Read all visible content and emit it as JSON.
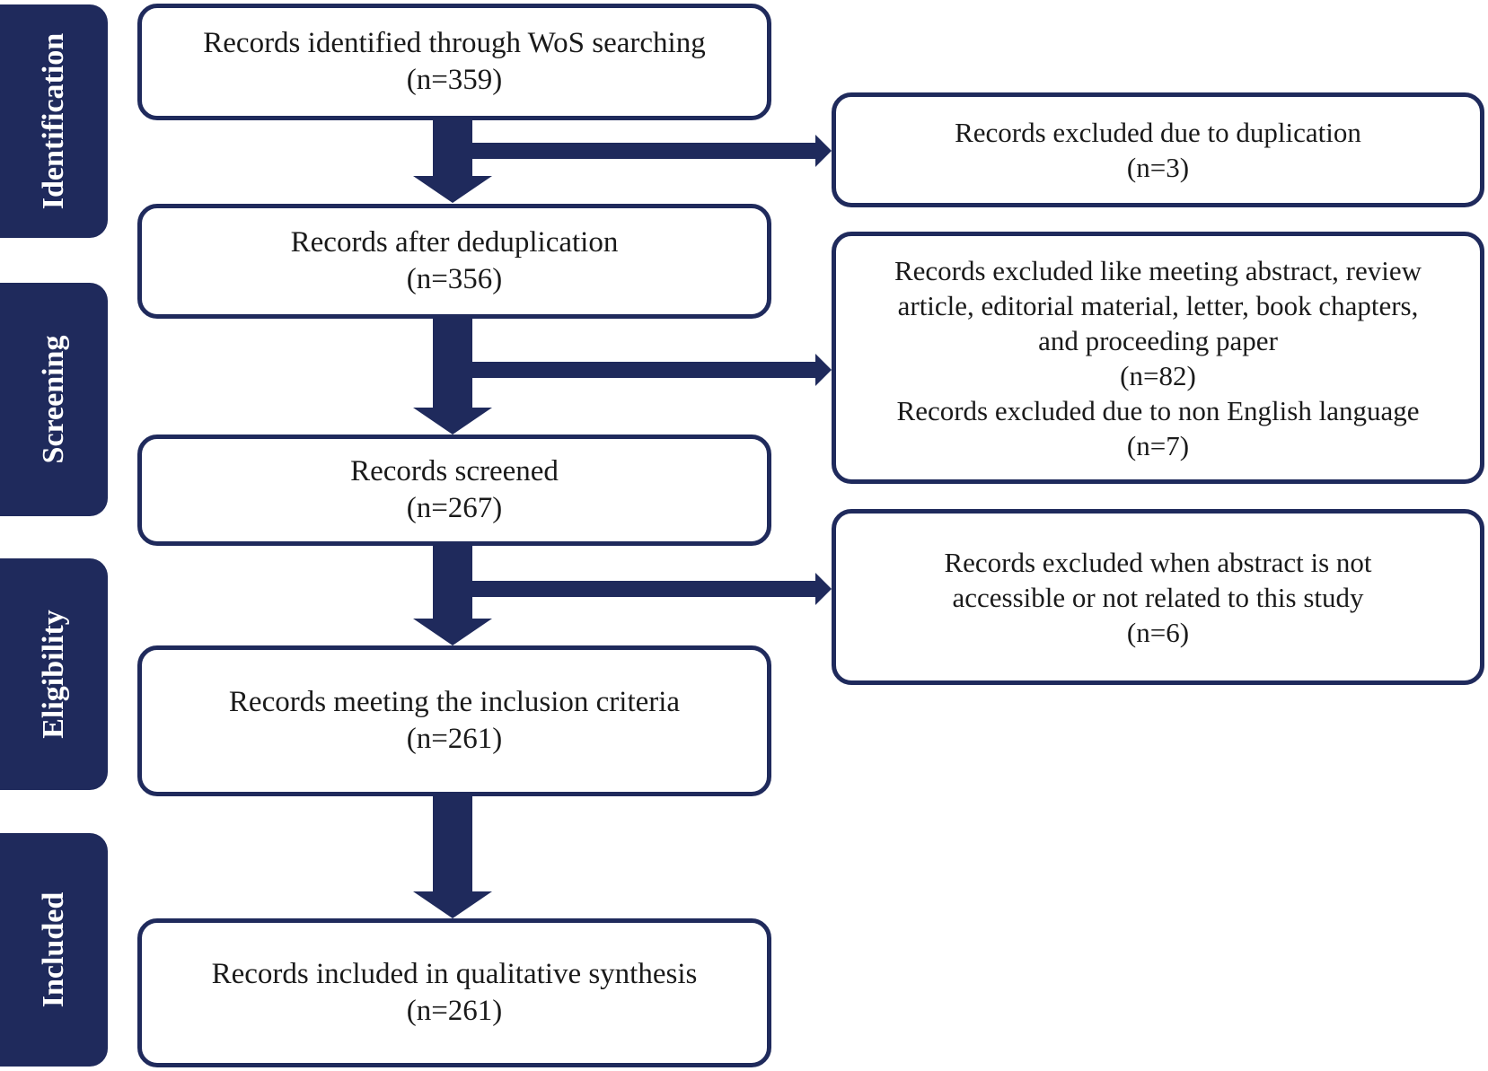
{
  "stages": [
    {
      "id": "identification",
      "label": "Identification"
    },
    {
      "id": "screening",
      "label": "Screening"
    },
    {
      "id": "eligibility",
      "label": "Eligibility"
    },
    {
      "id": "included",
      "label": "Included"
    }
  ],
  "main_boxes": [
    {
      "id": "identified",
      "text": "Records identified through WoS searching",
      "count": "(n=359)"
    },
    {
      "id": "deduplicated",
      "text": "Records after deduplication",
      "count": "(n=356)"
    },
    {
      "id": "screened",
      "text": "Records screened",
      "count": "(n=267)"
    },
    {
      "id": "eligible",
      "text": "Records meeting the inclusion criteria",
      "count": "(n=261)"
    },
    {
      "id": "included",
      "text": "Records included in qualitative synthesis",
      "count": "(n=261)"
    }
  ],
  "exclusion_boxes": [
    {
      "id": "duplicates",
      "lines": [
        "Records excluded due to duplication",
        "(n=3)"
      ]
    },
    {
      "id": "type-language",
      "lines": [
        "Records excluded like meeting abstract, review",
        "article, editorial material, letter, book chapters,",
        "and proceeding paper",
        "(n=82)",
        "Records excluded due to non English language",
        "(n=7)"
      ]
    },
    {
      "id": "abstract",
      "lines": [
        "Records excluded when abstract is not",
        "accessible or not related to this study",
        "(n=6)"
      ]
    }
  ],
  "colors": {
    "navy": "#1f2a5c",
    "text": "#1a1a1a",
    "background": "#ffffff"
  }
}
